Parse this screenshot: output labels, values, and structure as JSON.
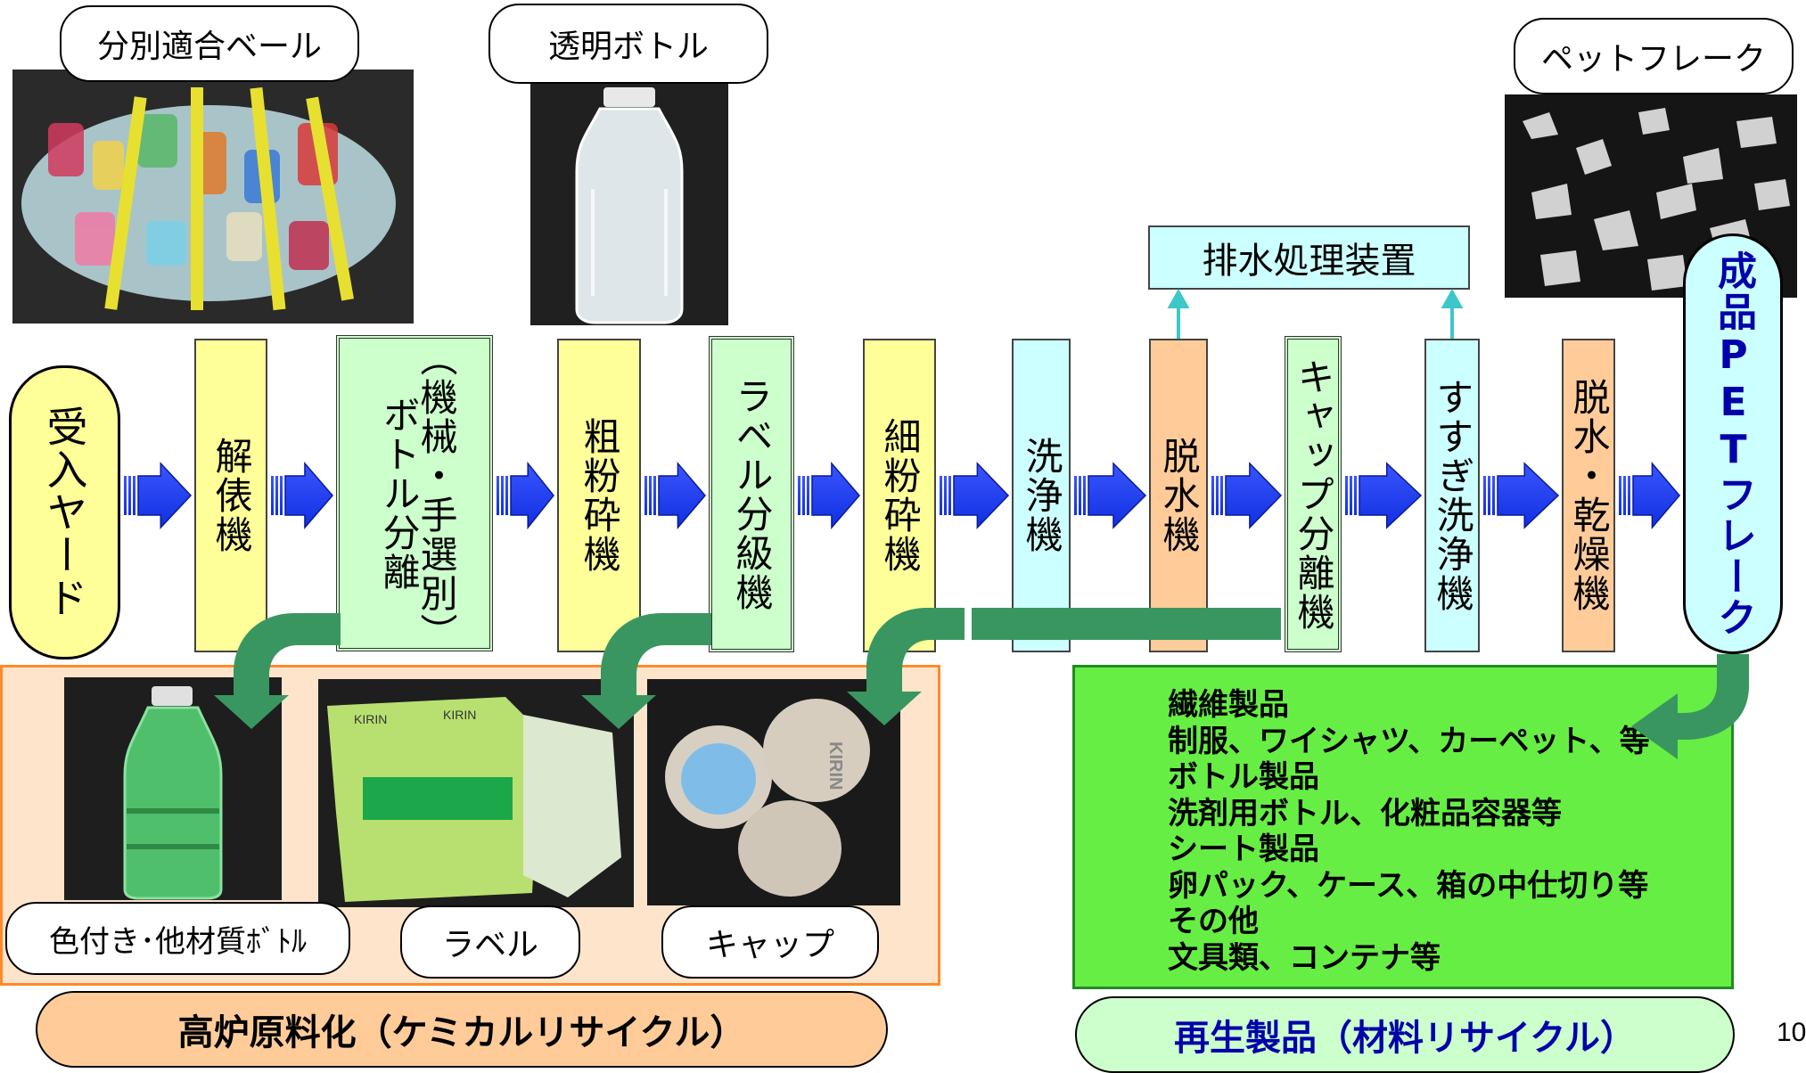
{
  "photo_labels": {
    "bale": "分別適合ベール",
    "clear_bottle": "透明ボトル",
    "flake": "ペットフレーク",
    "colored_bottle": "色付き･他材質ﾎﾞﾄﾙ",
    "label": "ラベル",
    "cap": "キャップ"
  },
  "process": {
    "start": "受入ヤード",
    "steps": [
      "解俵機",
      "ボトル分離",
      "（機械・手選別）",
      "粗粉砕機",
      "ラベル分級機",
      "細粉砕機",
      "洗浄機",
      "脱水機",
      "キャップ分離機",
      "すすぎ洗浄機",
      "脱水・乾燥機"
    ],
    "end": "成品PETフレーク",
    "wastewater": "排水処理装置"
  },
  "products": {
    "lines": [
      "繊維製品",
      "制服、ワイシャツ、カーペット、等",
      "ボトル製品",
      "洗剤用ボトル、化粧品容器等",
      "シート製品",
      "卵パック、ケース、箱の中仕切り等",
      "その他",
      "文具類、コンテナ等"
    ]
  },
  "photo_texts": {
    "label_brand": "KIRIN",
    "cap_brand": "KIRIN"
  },
  "bottom": {
    "chemical": "高炉原料化（ケミカルリサイクル）",
    "material": "再生製品（材料リサイクル）"
  },
  "page_number": "10",
  "colors": {
    "yellow": "#ffff99",
    "green": "#ccffcc",
    "cyan": "#ccffff",
    "orange": "#ffcc99",
    "flow_arrow": "#1f3cff",
    "return_arrow": "#3a9660",
    "product_box": "#66ee44",
    "chemical_area": "#ffe4cc",
    "end_text": "#0000aa"
  }
}
